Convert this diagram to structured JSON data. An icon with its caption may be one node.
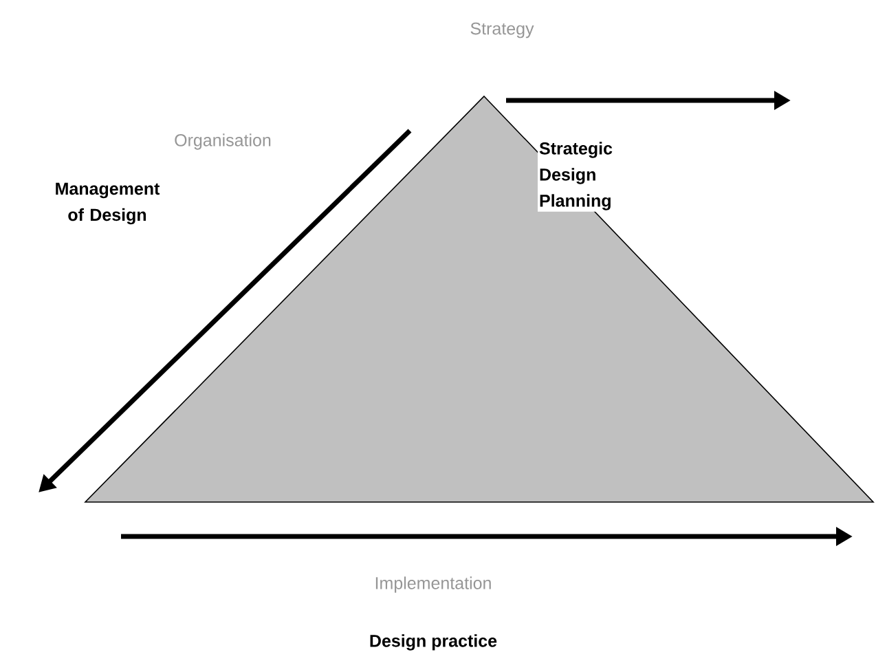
{
  "diagram": {
    "nodes": [
      {
        "text": [],
        "shape": "triangle"
      }
    ],
    "labels": [
      "Strategy",
      "Strategic Design Planning",
      "Organisation",
      "Management of Design",
      "Implementation",
      "Design practice"
    ]
  }
}
